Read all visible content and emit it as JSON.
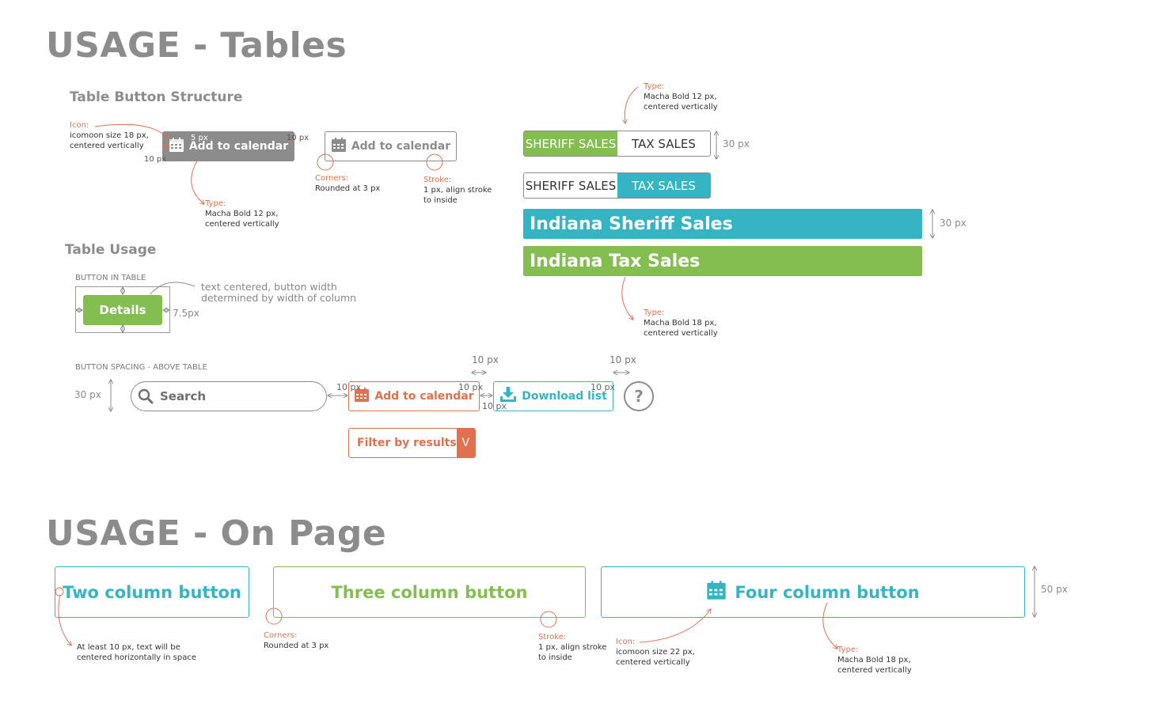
{
  "tables_section": {
    "title": "USAGE - Tables",
    "button_structure_heading": "Table Button Structure",
    "icon_note": {
      "title": "Icon:",
      "line1": "icomoon size 18 px,",
      "line2": "centered vertically"
    },
    "type_note_small": {
      "title": "Type:",
      "line1": "Macha Bold 12 px,",
      "line2": "centered vertically"
    },
    "corners_note": {
      "title": "Corners:",
      "line1": "Rounded at 3 px"
    },
    "stroke_note": {
      "title": "Stroke:",
      "line1": "1 px, align stroke",
      "line2": "to inside"
    },
    "filled_button_label": "Add to calendar",
    "outline_button_label": "Add to calendar",
    "padding_top": "5 px",
    "padding_right": "10 px",
    "padding_left": "10 px",
    "tabs_type_note": {
      "title": "Type:",
      "line1": "Macha Bold 12 px,",
      "line2": "centered vertically"
    },
    "tab_group_1": {
      "sheriff_label": "SHERIFF SALES",
      "tax_label": "TAX SALES"
    },
    "tab_group_2": {
      "sheriff_label": "SHERIFF SALES",
      "tax_label": "TAX SALES"
    },
    "tabs_height": "30 px",
    "banner_sheriff": "Indiana Sheriff Sales",
    "banner_tax": "Indiana Tax Sales",
    "banners_height": "30 px",
    "banner_type_note": {
      "title": "Type:",
      "line1": "Macha Bold 18 px,",
      "line2": "centered vertically"
    },
    "usage_heading": "Table Usage",
    "button_in_table_caption": "BUTTON IN TABLE",
    "details_label": "Details",
    "details_padding": "7.5px",
    "details_note": {
      "line1": "text centered, button width",
      "line2": "determined by width of column"
    },
    "spacing_caption": "BUTTON SPACING - ABOVE TABLE",
    "row_height": "30 px",
    "search_placeholder": "Search",
    "calendar_button_label": "Add to calendar",
    "download_button_label": "Download list",
    "help_label": "?",
    "filter_label": "Filter by results",
    "filter_chevron": "V",
    "gap_a": "10 px",
    "gap_b": "10 px",
    "gap_c": "10 px",
    "gap_d": "10 px",
    "gap_e": "10 px",
    "gap_f": "10 px"
  },
  "page_section": {
    "title": "USAGE - On Page",
    "two_col_label": "Two column button",
    "three_col_label": "Three column button",
    "four_col_label": "Four column button",
    "height_label": "50 px",
    "spacing_note": {
      "line1": "At least 10 px, text will be",
      "line2": "centered horizontally in space"
    },
    "corners_note": {
      "title": "Corners:",
      "line1": "Rounded at 3 px"
    },
    "stroke_note": {
      "title": "Stroke:",
      "line1": "1 px, align stroke",
      "line2": "to inside"
    },
    "icon_note": {
      "title": "Icon:",
      "line1": "icomoon size 22 px,",
      "line2": "centered vertically"
    },
    "type_note": {
      "title": "Type:",
      "line1": "Macha Bold 18 px,",
      "line2": "centered vertically"
    }
  },
  "colors": {
    "heading_gray": "#8c8c8c",
    "green": "#84bd50",
    "teal": "#35b5c4",
    "orange": "#e07050",
    "button_gray": "#8c8c8c",
    "annotation_orange": "#e07050"
  },
  "icons": [
    "calendar-icon",
    "search-icon",
    "download-icon",
    "help-icon",
    "chevron-down-icon"
  ]
}
